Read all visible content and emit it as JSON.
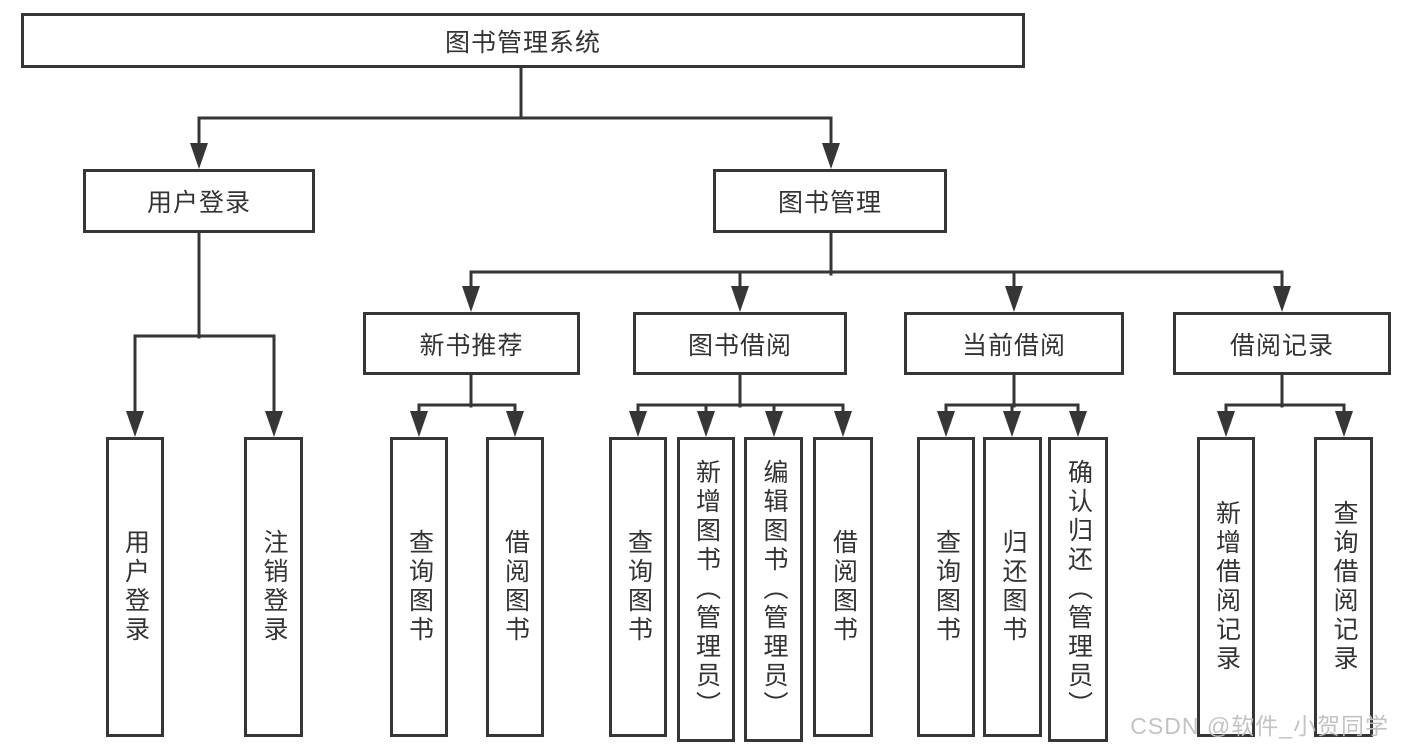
{
  "tree": {
    "root": "图书管理系统",
    "branches": [
      {
        "label": "用户登录",
        "children": [
          "用户登录",
          "注销登录"
        ]
      },
      {
        "label": "图书管理",
        "groups": [
          {
            "label": "新书推荐",
            "children": [
              "查询图书",
              "借阅图书"
            ]
          },
          {
            "label": "图书借阅",
            "children": [
              "查询图书",
              "新增图书（管理员）",
              "编辑图书（管理员）",
              "借阅图书"
            ]
          },
          {
            "label": "当前借阅",
            "children": [
              "查询图书",
              "归还图书",
              "确认归还（管理员）"
            ]
          },
          {
            "label": "借阅记录",
            "children": [
              "新增借阅记录",
              "查询借阅记录"
            ]
          }
        ]
      }
    ]
  },
  "watermark": "CSDN @软件_小贺同学",
  "colors": {
    "line": "#363636",
    "text": "#333333",
    "watermark": "#c0c0c0",
    "background": "#ffffff"
  }
}
